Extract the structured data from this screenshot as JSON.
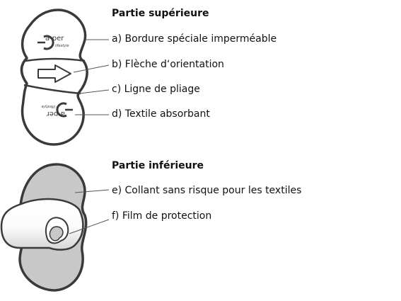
{
  "upper": {
    "heading": "Partie supérieure",
    "logo_text": "a-per",
    "logo_sub": "lifestyle",
    "labels": [
      "a) Bordure spéciale imperméable",
      "b) Flèche d‘orientation",
      "c) Ligne de pliage",
      "d) Textile absorbant"
    ]
  },
  "lower": {
    "heading": "Partie inférieure",
    "labels": [
      "e) Collant sans risque pour les textiles",
      "f) Film de protection"
    ]
  },
  "colors": {
    "outline": "#3a3a3a",
    "adhesive": "#c8c8c8",
    "film": "#ffffff"
  }
}
